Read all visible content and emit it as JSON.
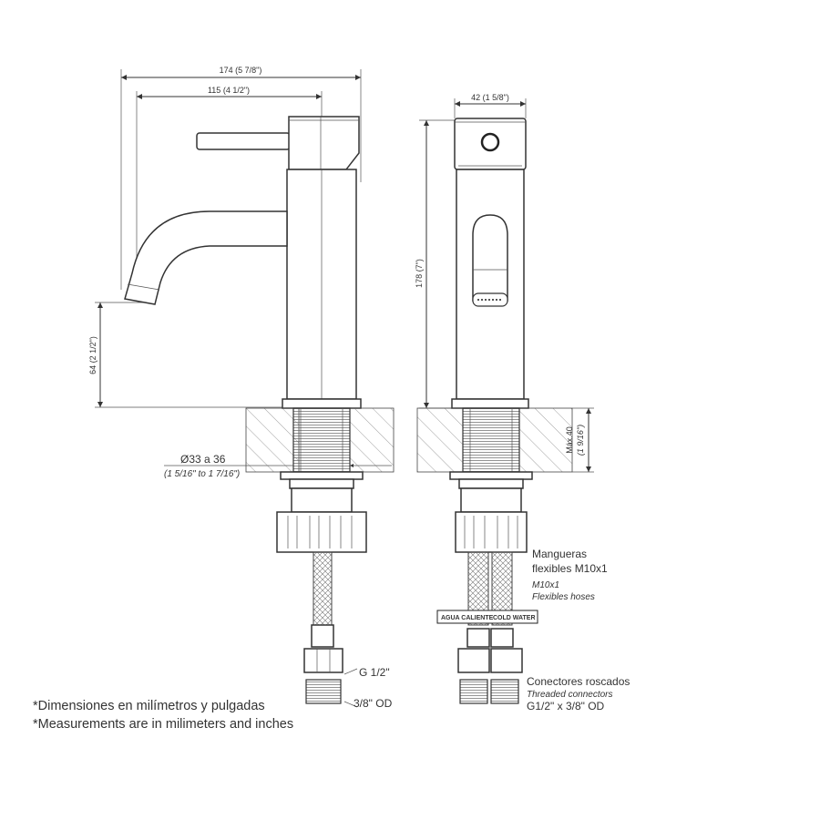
{
  "side_view": {
    "dim_total_width": "174 (5 7/8\")",
    "dim_spout_reach": "115 (4 1/2\")",
    "dim_spout_height": "64 (2 1/2\")",
    "hole_diameter": "Ø33 a 36",
    "hole_diameter_inches": "(1 5/16\" to 1 7/16\")",
    "connector_thread": "G 1/2\"",
    "connector_od": "3/8\" OD"
  },
  "front_view": {
    "dim_body_width": "42 (1 5/8\")",
    "dim_height": "178 (7\")",
    "dim_max_deck": "Máx.40",
    "dim_max_deck_inches": "(1 9/16\")",
    "hoses_es_line1": "Mangueras",
    "hoses_es_line2": "flexibles M10x1",
    "hoses_en_line1": "M10x1",
    "hoses_en_line2": "Flexibles hoses",
    "hose_tag_hot": "AGUA CALIENTE",
    "hose_tag_cold": "COLD WATER",
    "connectors_es": "Conectores roscados",
    "connectors_en": "Threaded connectors",
    "connectors_spec": "G1/2\" x 3/8\" OD"
  },
  "notes": {
    "line1": "*Dimensiones en milímetros y pulgadas",
    "line2": "*Measurements are in milimeters and inches"
  }
}
